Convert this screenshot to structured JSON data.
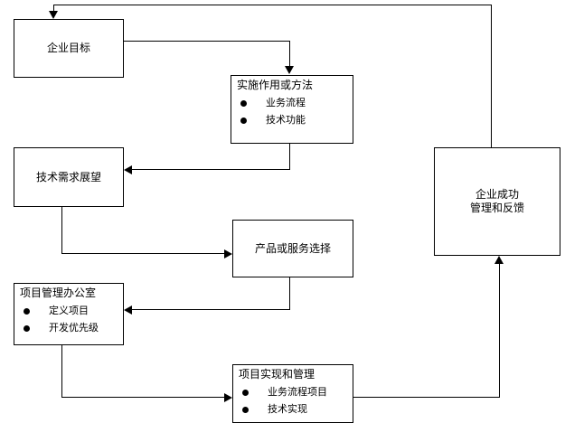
{
  "diagram": {
    "type": "flowchart",
    "background_color": "#ffffff",
    "line_color": "#000000",
    "nodes": {
      "enterprise_goal": {
        "title": "企业目标"
      },
      "implementation": {
        "title": "实施作用或方法",
        "bullets": [
          "业务流程",
          "技术功能"
        ]
      },
      "tech_demand": {
        "title": "技术需求展望"
      },
      "product_service": {
        "title": "产品或服务选择"
      },
      "pmo": {
        "title": "项目管理办公室",
        "bullets": [
          "定义项目",
          "开发优先级"
        ]
      },
      "project_impl": {
        "title": "项目实现和管理",
        "bullets": [
          "业务流程项目",
          "技术实现"
        ]
      },
      "success": {
        "title_line1": "企业成功",
        "title_line2": "管理和反馈"
      }
    },
    "edges": [
      {
        "name": "goal-to-implementation",
        "from": "企业目标",
        "to": "实施作用或方法"
      },
      {
        "name": "implementation-to-tech-demand",
        "from": "实施作用或方法",
        "to": "技术需求展望"
      },
      {
        "name": "tech-demand-to-product-service",
        "from": "技术需求展望",
        "to": "产品或服务选择"
      },
      {
        "name": "product-service-to-pmo",
        "from": "产品或服务选择",
        "to": "项目管理办公室"
      },
      {
        "name": "pmo-to-project-impl",
        "from": "项目管理办公室",
        "to": "项目实现和管理"
      },
      {
        "name": "project-impl-to-success",
        "from": "项目实现和管理",
        "to": "企业成功管理和反馈"
      },
      {
        "name": "success-to-goal-feedback",
        "from": "企业成功管理和反馈",
        "to": "企业目标"
      }
    ]
  }
}
